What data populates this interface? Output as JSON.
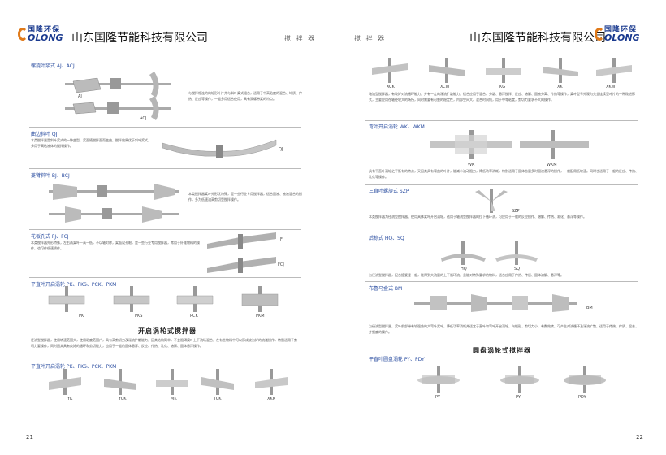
{
  "left_page": {
    "header": {
      "logo_cn": "国隆环保",
      "logo_en": "OLONG",
      "company": "山东国隆节能科技有限公司",
      "section": "搅 拌 器"
    },
    "sections": [
      {
        "title": "螺旋叶浆式 AJ、ACJ",
        "labels": [
          "AJ",
          "ACJ"
        ],
        "text": "与搅拌相连的的轮形叶片并与斜叶桨式组合，适用于中高粘度的混合、均质、传热、反应等操作，一般多用适合使用，具有双螺带桨的特点。"
      },
      {
        "title": "曲边斜叶 QJ",
        "labels": [
          "QJ"
        ],
        "text": "本类搅拌器是斜叶桨式的一种变型，桨面随搅拌面而变曲，搅拌效果优于斜叶桨式，多用于高粘液体的搅拌操作。"
      },
      {
        "title": "菱臂斜叶 BJ、BCJ",
        "labels": [],
        "text": "本类搅拌器桨叶外形优特殊，是一些行业专用搅拌器，适合固液、液液混合的操作，多为低速流高剪切型搅拌操作。"
      },
      {
        "title": "花板孔式 FJ、FCJ",
        "labels": [
          "FJ",
          "FCJ"
        ],
        "text": "本类搅拌器外形特殊，左右两桨叶一高一低，不以轴对称，桨面设孔眼，是一些行业专用搅拌器，常用于纤维物料的操作，也可作低速操作。"
      },
      {
        "title": "平直叶开启涡轮 PK、PKS、PCK、PKM",
        "labels": [
          "PK",
          "PKS",
          "PCK",
          "PKM"
        ]
      }
    ],
    "big_title": "开启涡轮式搅拌器",
    "big_text": "径流型搅拌器，使用转速范围大，使用粘度范围广，具有高剪切力及湍流扩散能力，因其结构简单，不会阻碍桨叶上下流场混合，在有些物料中可以形成较为好的流道操作，特别适用于剪切力要操作，同时因其具有良好的循环和剪切能力，也用于一般的固体悬浮、反应、传热、乳化、溶解、固体悬浮操作。",
    "last_section": {
      "title": "平直叶开启涡轮 PK、PKS、PCK、PKM",
      "labels": [
        "YK",
        "YCK",
        "MK",
        "TCK",
        "XKK"
      ]
    },
    "page_number": "21"
  },
  "right_page": {
    "header": {
      "section": "搅 拌 器",
      "company": "山东国隆节能科技有限公司",
      "logo_cn": "国隆环保",
      "logo_en": "OLONG"
    },
    "top_labels": [
      "XCK",
      "XCW",
      "KG",
      "XK",
      "XKW"
    ],
    "top_text": "轴流型搅拌器，有较好对流循环能力，并有一定的湍流扩散能力，适合应用于混合、分散、悬浮搅拌、反应、溶解、固液分离、传热等操作，桨叶型号外观为完全连续型叶片的一种改进形式，主要应用在轴径较大的场所，同时需要有可靠的稳定性，内部空间大、混合时间短，用于中等粘度，剪切力要求不大的操作。",
    "sections": [
      {
        "title": "弯叶开启涡轮 WK、WKM",
        "labels": [
          "WK",
          "WKM"
        ],
        "text": "具有平直叶涡轮之平衡有的特点，又因其具有弯曲的叶片，能减小流动阻力，降低功率消耗，特别适用于固体含量多时固液悬浮的操作，一般配用低转速。同时也适用于一般的反应、传热、乳化等操作。"
      },
      {
        "title": "三直叶螺旋式 SZP",
        "labels": [
          "SZP"
        ],
        "text": "本类搅拌器为径流型搅拌器，使用具体桨叶开启涡轮，适用于轴流型搅拌器的拉下循环流，可应用于一般的反应操作、溶解、传热、乳化、悬浮等操作。"
      },
      {
        "title": "后掠式 HQ、SQ",
        "labels": [
          "HQ",
          "SQ"
        ],
        "text": "为径流型搅拌器，配合搪瓷釜一般，能得到大流量的上下循环流，且能对特殊要求的物料，适合应用于传热、传质、固体溶解、悬浮等。"
      },
      {
        "title": "布鲁马金式 BM",
        "labels": [
          "BM"
        ],
        "text": "为径流型搅拌器，桨叶前部带有较强角的大弯叶桨叶，降低功率消耗并适宜于直叶和弯叶开启涡轮，乌帆形、剪切力小，有数效转，可产生对流循环及湍流扩散，适用于传热、传质、混合、并细度的操作。"
      }
    ],
    "big_title": "圆盘涡轮式搅拌器",
    "last_section": {
      "title": "平直叶圆盘涡轮 PY、PDY",
      "labels": [
        "PY",
        "PY",
        "PDY"
      ]
    },
    "page_number": "22"
  }
}
